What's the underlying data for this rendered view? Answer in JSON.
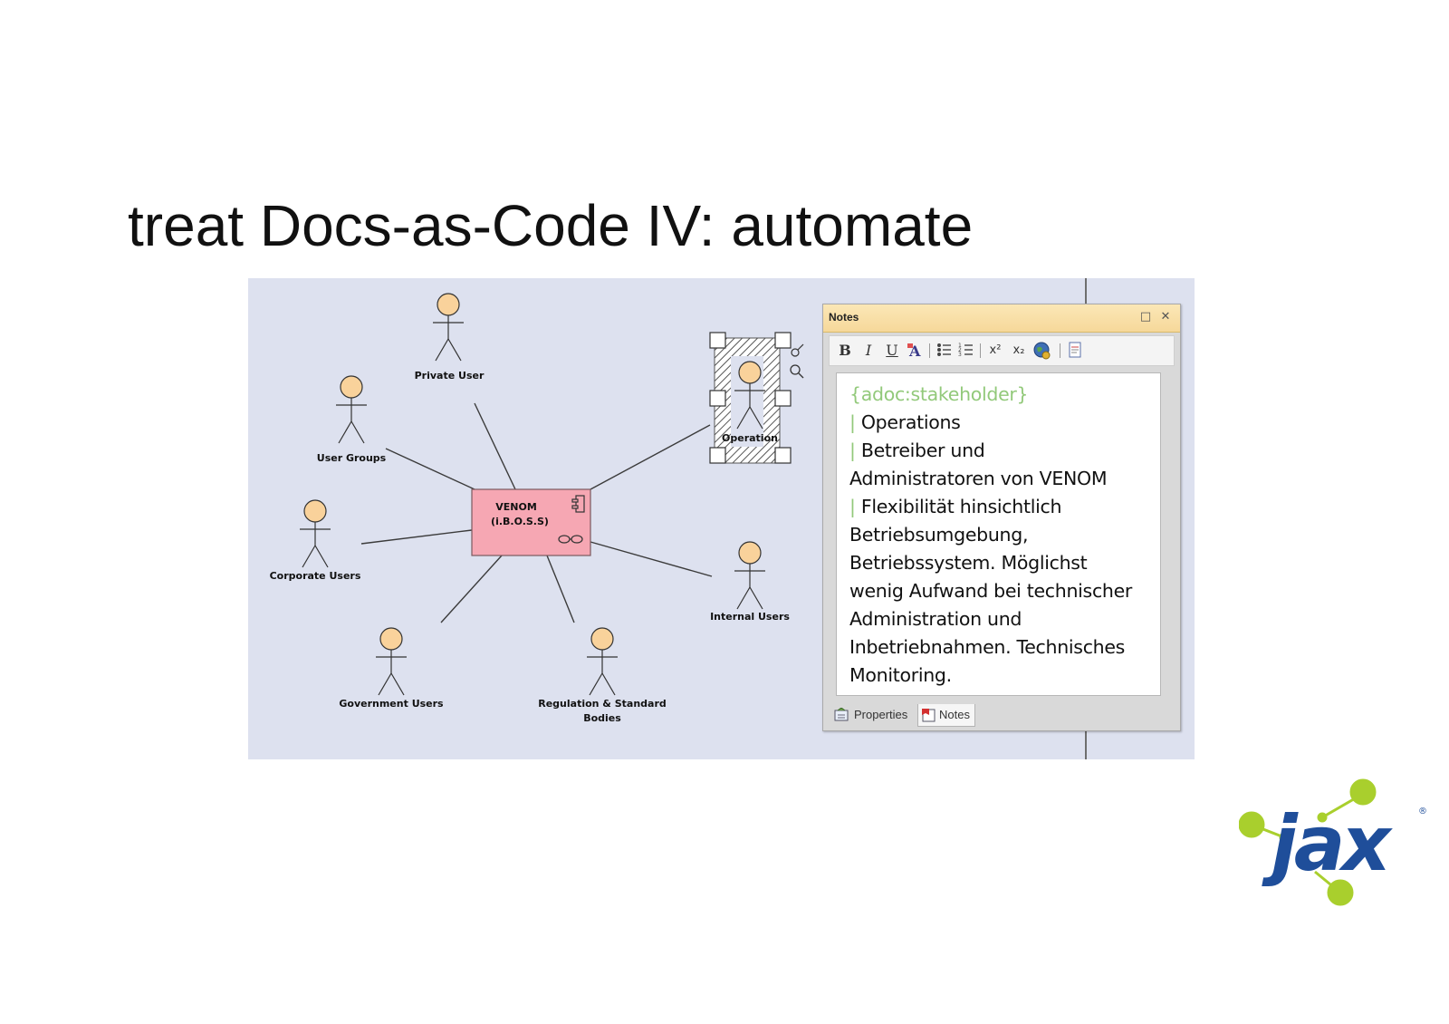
{
  "slide": {
    "title": "treat Docs-as-Code IV: automate"
  },
  "diagram": {
    "component": {
      "name": "VENOM",
      "subtitle": "(i.B.O.S.S)"
    },
    "actors": {
      "private_user": "Private User",
      "user_groups": "User Groups",
      "corporate_users": "Corporate Users",
      "government_users": "Government Users",
      "regulation_line1": "Regulation & Standard",
      "regulation_line2": "Bodies",
      "internal_users": "Internal Users",
      "operation": "Operation"
    }
  },
  "notes_window": {
    "title": "Notes",
    "toolbar": {
      "bold": "B",
      "italic": "I",
      "underline": "U",
      "superscript": "x²",
      "subscript": "x₂"
    },
    "content": {
      "tag": "{adoc:stakeholder}",
      "table_marker": "|",
      "line_operations": "Operations",
      "line_betreiber": "Betreiber und",
      "line_administratoren": "Administratoren von VENOM",
      "line_flexibilitaet": "Flexibilität hinsichtlich",
      "line_betriebsumgebung": "Betriebsumgebung,",
      "line_betriebssystem": "Betriebssystem. Möglichst",
      "line_wenig": "wenig Aufwand bei technischer",
      "line_administration": "Administration und",
      "line_inbetriebnahmen": "Inbetriebnahmen. Technisches",
      "line_monitoring": "Monitoring."
    },
    "tabs": [
      {
        "label": "Properties",
        "icon": "properties-icon"
      },
      {
        "label": "Notes",
        "icon": "notes-icon"
      }
    ]
  },
  "logo": {
    "text": "jax",
    "registered": "®"
  },
  "colors": {
    "diagram_bg": "#dde1ef",
    "actor_head": "#f9d29b",
    "component_fill": "#f6a7b3",
    "notes_titlebar": "#f8dfa5",
    "adoc_green": "#92c97a",
    "logo_blue": "#1f4e9a",
    "logo_green": "#a9cf2d"
  }
}
